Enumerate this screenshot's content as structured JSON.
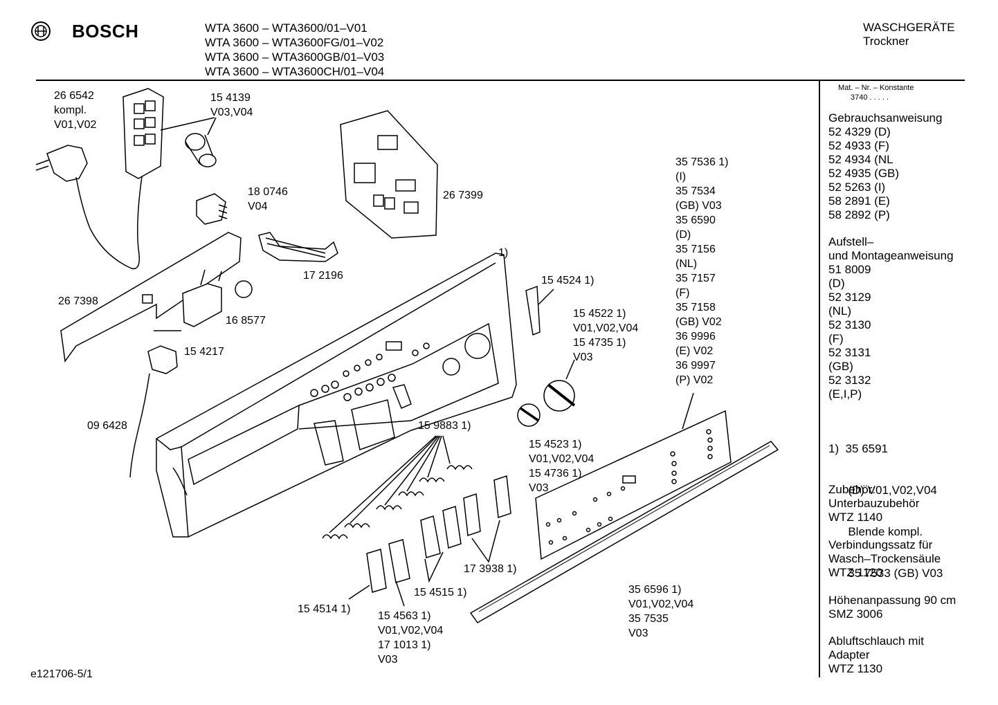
{
  "header": {
    "brand": "BOSCH",
    "models": [
      "WTA 3600 – WTA3600/01–V01",
      "WTA 3600 – WTA3600FG/01–V02",
      "WTA 3600 – WTA3600GB/01–V03",
      "WTA 3600 – WTA3600CH/01–V04"
    ],
    "category": "WASCHGERÄTE",
    "subcategory": "Trockner"
  },
  "sidebar": {
    "matnr_title": "Mat. – Nr. – Konstante",
    "matnr_value": "3740  .  .  .  .  .",
    "blocks": [
      {
        "lines": [
          "Gebrauchsanweisung",
          "52 4329 (D)",
          "52 4933 (F)",
          "52 4934 (NL",
          "52 4935 (GB)",
          "52 5263 (I)",
          "58 2891 (E)",
          "58 2892 (P)"
        ]
      },
      {
        "lines": [
          "Aufstell–",
          "und Montageanweisung",
          "51 8009",
          "(D)",
          "52 3129",
          "(NL)",
          "52 3130",
          "(F)",
          "52 3131",
          "(GB)",
          "52 3132",
          "(E,I,P)"
        ]
      },
      {
        "lines": [
          "1)  35 6591",
          "      (D) V01,V02,V04",
          "      Blende kompl.",
          "      35 7533 (GB) V03"
        ]
      },
      {
        "lines": [
          "Zubehör:",
          "Unterbauzubehör",
          "WTZ 1140"
        ]
      },
      {
        "lines": [
          "Verbindungssatz für",
          "Wasch–Trockensäule",
          "WTZ 1120"
        ]
      },
      {
        "lines": [
          "Höhenanpassung 90 cm",
          "SMZ 3006"
        ]
      },
      {
        "lines": [
          "Abluftschlauch  mit",
          "Adapter",
          "WTZ 1130"
        ]
      }
    ]
  },
  "labels": {
    "p266542": [
      "26 6542",
      "kompl.",
      "V01,V02"
    ],
    "p154139": [
      "15 4139",
      "V03,V04"
    ],
    "p180746": [
      "18 0746",
      "V04"
    ],
    "p267399": [
      "26 7399"
    ],
    "p172196": [
      "17 2196"
    ],
    "p267398": [
      "26 7398"
    ],
    "p168577": [
      "16 8577"
    ],
    "p154217": [
      "15 4217"
    ],
    "p096428": [
      "09 6428"
    ],
    "p1": [
      "1)"
    ],
    "p154524": [
      "15 4524 1)"
    ],
    "p154522": [
      "15 4522 1)",
      "V01,V02,V04",
      "15 4735 1)",
      "V03"
    ],
    "p357536": [
      "35 7536 1)",
      "(I)",
      "35 7534",
      "(GB) V03",
      "35 6590",
      "(D)",
      "35 7156",
      "(NL)",
      "35 7157",
      "(F)",
      "35 7158",
      "(GB) V02",
      "36 9996",
      "(E) V02",
      "36 9997",
      "(P) V02"
    ],
    "p159883": [
      "15 9883 1)"
    ],
    "p154523": [
      "15 4523 1)",
      "V01,V02,V04",
      "15 4736 1)",
      "V03"
    ],
    "p173938": [
      "17 3938 1)"
    ],
    "p154515": [
      "15 4515 1)"
    ],
    "p154514": [
      "15 4514 1)"
    ],
    "p154563": [
      "15 4563 1)",
      "V01,V02,V04",
      "17 1013 1)",
      "V03"
    ],
    "p356596": [
      "35 6596 1)",
      "V01,V02,V04",
      "35 7535",
      "V03"
    ]
  },
  "footer": {
    "code": "e121706-5/1"
  }
}
